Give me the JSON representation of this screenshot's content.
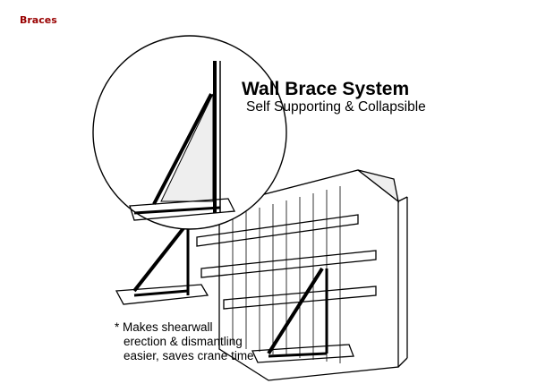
{
  "page": {
    "title": "Braces",
    "title_color": "#990000"
  },
  "figure": {
    "heading": "Wall Brace System",
    "subheading": "Self Supporting & Collapsible",
    "note_lines": [
      "* Makes shearwall",
      "erection & dismantling",
      "easier, saves crane time"
    ]
  }
}
